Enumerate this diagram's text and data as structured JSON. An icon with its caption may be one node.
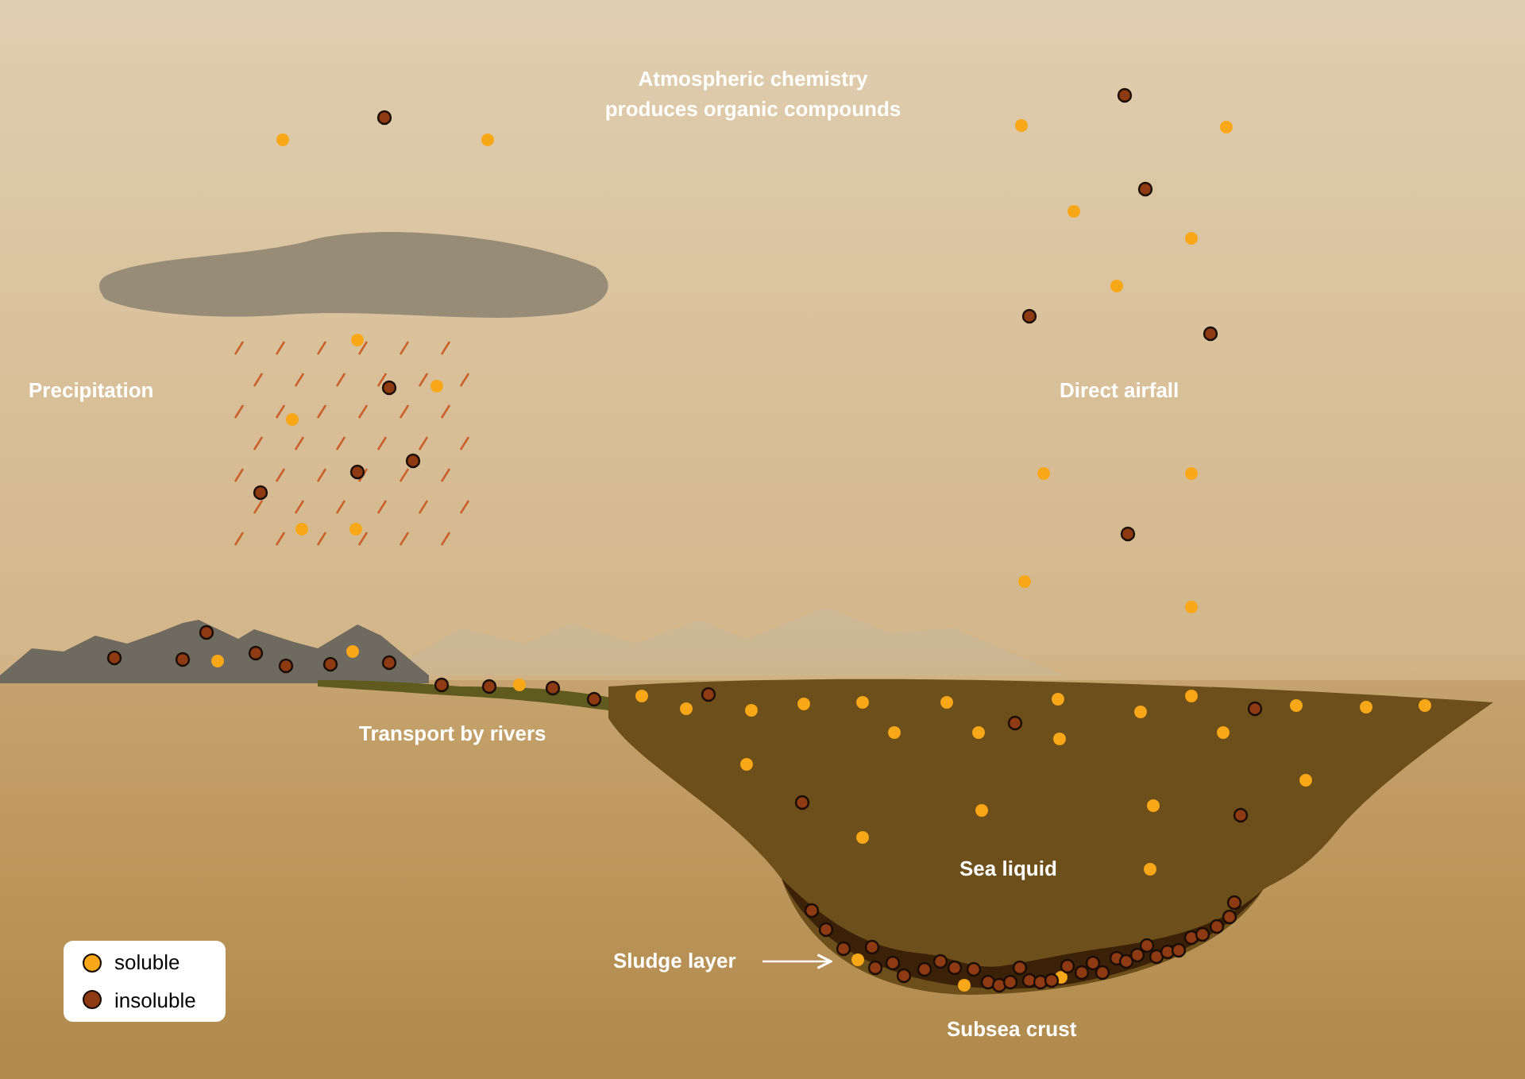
{
  "diagram": {
    "nodes": [
      {
        "text": [
          "Sludge layer"
        ]
      },
      {
        "text": [],
        "shape": "band"
      }
    ],
    "edges": [
      {
        "from": 0,
        "to": 1,
        "arrow": "to"
      }
    ],
    "labels": [
      "Atmospheric chemistry produces organic compounds",
      "Precipitation",
      "Direct airfall",
      "Transport by rivers",
      "Sea liquid",
      "Subsea crust"
    ],
    "legend": [
      {
        "text": "soluble",
        "color": "#f8a718"
      },
      {
        "text": "insoluble",
        "color": "#8e3a12"
      }
    ]
  }
}
